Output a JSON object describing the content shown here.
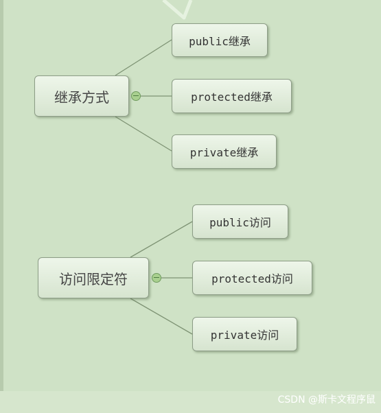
{
  "diagram": {
    "groups": [
      {
        "title": "继承方式",
        "children": [
          "public继承",
          "protected继承",
          "private继承"
        ]
      },
      {
        "title": "访问限定符",
        "children": [
          "public访问",
          "protected访问",
          "private访问"
        ]
      }
    ]
  },
  "watermark": "CSDN @斯卡文程序鼠",
  "colors": {
    "background": "#cfe2c6",
    "node_fill_top": "#eef6ea",
    "node_fill_bottom": "#d6e4cf",
    "node_border": "#8c9c86",
    "connector": "#7d9273",
    "collapse_fill": "#a9d08f"
  }
}
